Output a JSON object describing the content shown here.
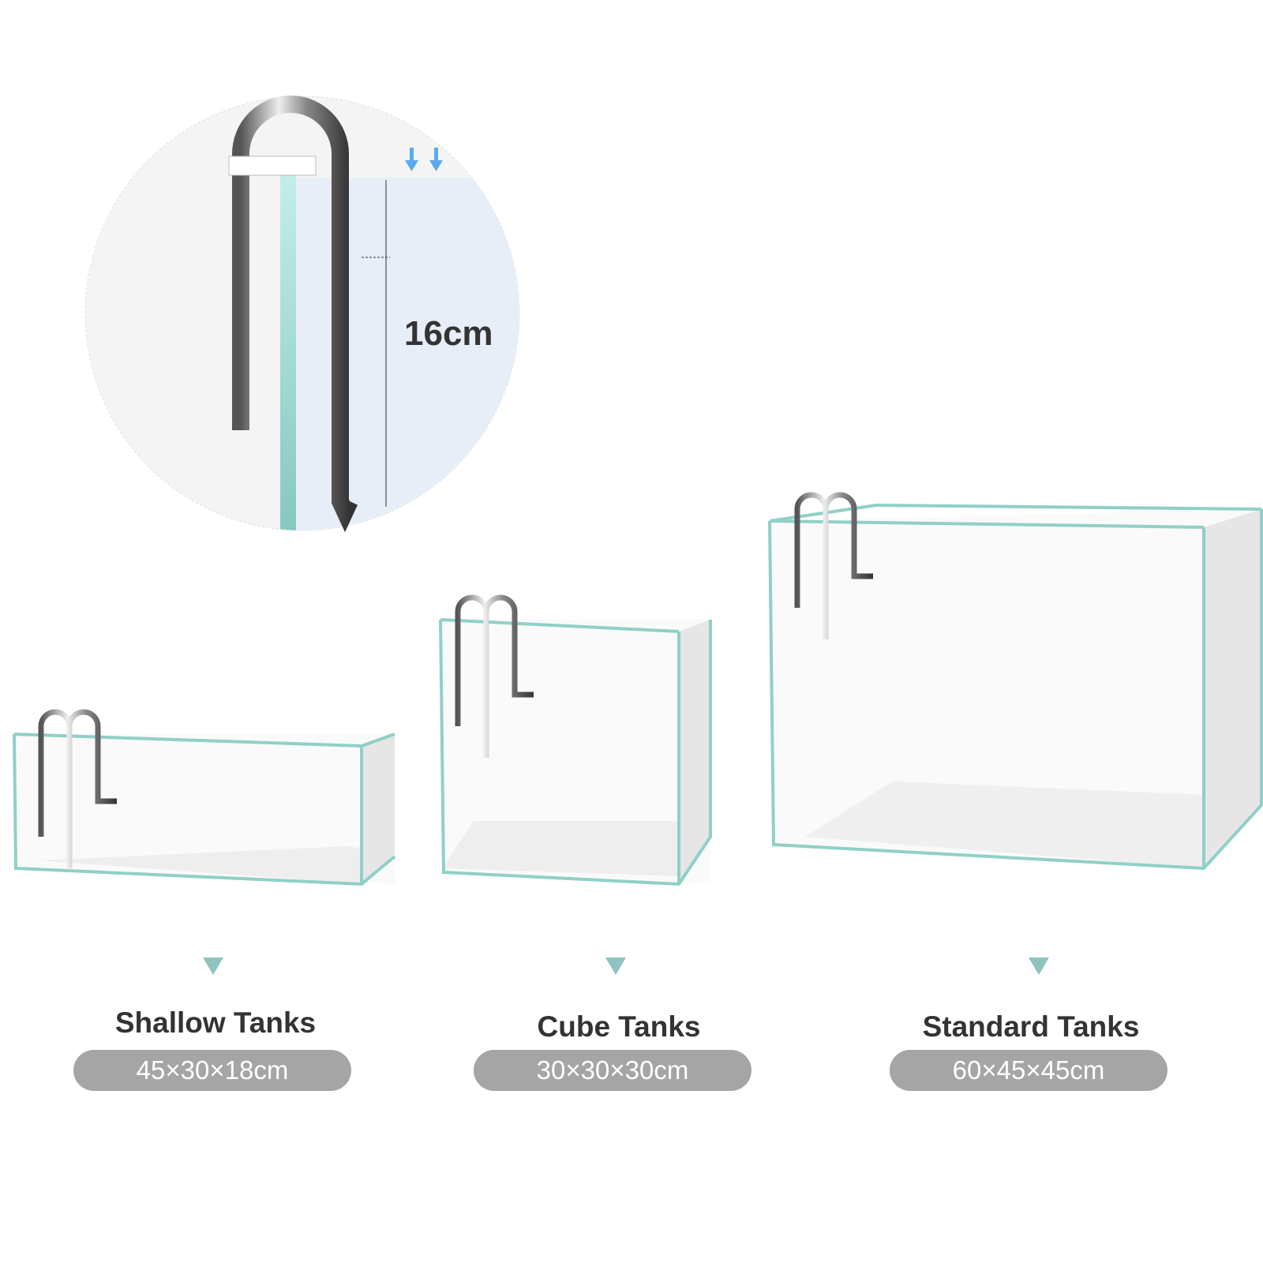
{
  "detail": {
    "measurement": "16cm"
  },
  "tanks": [
    {
      "name": "Shallow Tanks",
      "size": "45×30×18cm"
    },
    {
      "name": "Cube Tanks",
      "size": "30×30×30cm"
    },
    {
      "name": "Standard Tanks",
      "size": "60×45×45cm"
    }
  ],
  "colors": {
    "glass": "#8fd0c8",
    "pill": "#a5a5a5",
    "arrow": "#5aaaf0",
    "triangle": "#8fc3bf",
    "text": "#333333"
  }
}
